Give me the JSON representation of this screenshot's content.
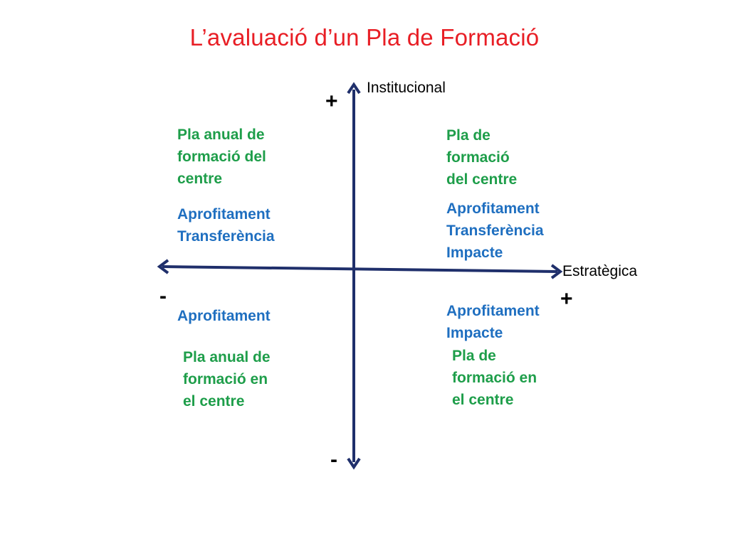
{
  "title": "L’avaluació d’un Pla de Formació",
  "colors": {
    "title": "#e81e25",
    "axis": "#1f2f6b",
    "plan": "#1e9e4a",
    "evaluation": "#1f6fc0"
  },
  "axes": {
    "vertical": {
      "name": "Institucional",
      "top_sign": "+",
      "bottom_sign": "-"
    },
    "horizontal": {
      "name": "Estratègica",
      "left_sign": "-",
      "right_sign": "+"
    }
  },
  "quadrants": {
    "top_left": {
      "plan": [
        "Pla anual de",
        "formació del",
        "centre"
      ],
      "evaluation": [
        "Aprofitament",
        "Transferència"
      ]
    },
    "top_right": {
      "plan": [
        "Pla de",
        "formació",
        "del centre"
      ],
      "evaluation": [
        "Aprofitament",
        "Transferència",
        "Impacte"
      ]
    },
    "bottom_left": {
      "evaluation": [
        "Aprofitament"
      ],
      "plan": [
        "Pla anual de",
        "formació en",
        "el centre"
      ]
    },
    "bottom_right": {
      "evaluation": [
        "Aprofitament",
        "Impacte"
      ],
      "plan": [
        "Pla de",
        "formació en",
        "el centre"
      ]
    }
  }
}
